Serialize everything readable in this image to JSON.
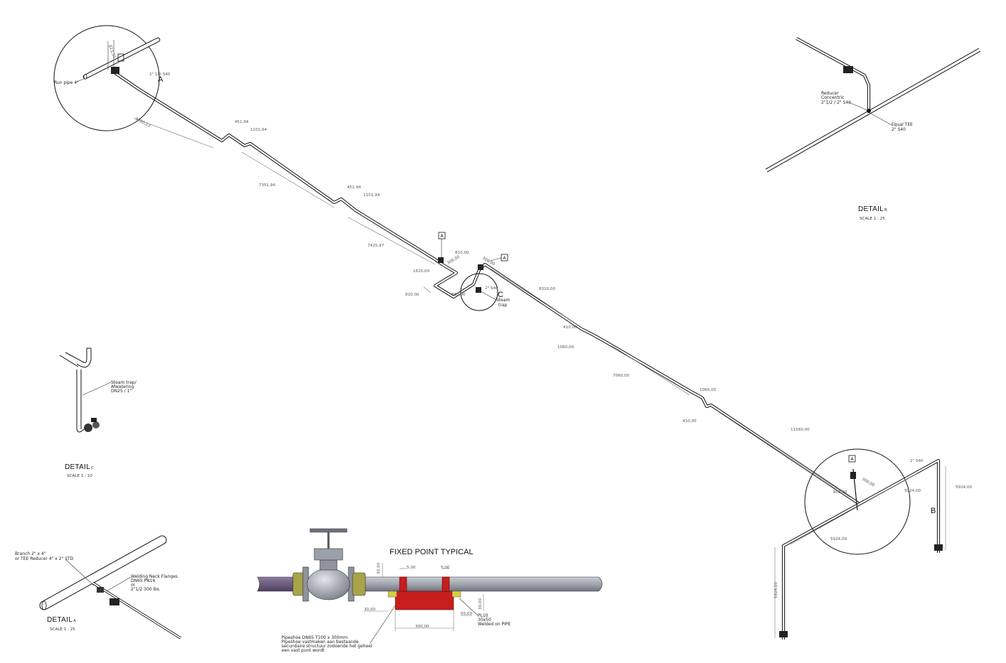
{
  "dimensions": {
    "d1": "9880,23",
    "d2": "451,94",
    "d3": "1101,94",
    "d4": "7351,94",
    "d5": "451,94",
    "d6": "1101,94",
    "d7": "7425,97",
    "d8": "810,00",
    "d9": "1610,00",
    "d10": "810,00",
    "d11": "862,00",
    "d12": "8310,00",
    "d13": "410,00",
    "d14": "1060,00",
    "d15": "7060,00",
    "d16": "1060,00",
    "d17": "410,00",
    "d18": "11560,00",
    "d19": "805,00",
    "d20": "5924,00",
    "d21": "5924,00",
    "d22": "5924,00",
    "d23": "5924,00",
    "d24": "300,00",
    "d25": "300,00",
    "d26": "811,31",
    "d27": "2\" 1/2 S40",
    "d28": "2\" S40",
    "d29": "2\" S40"
  },
  "callouts": {
    "run_pipe": "Run pipe 4\"",
    "steam_trap_c": "Steam\ntrap",
    "steam_trap_c_l1": "Steam",
    "steam_trap_c_l2": "trap",
    "reducer_l1": "Reducer",
    "reducer_l2": "Concentric",
    "reducer_l3": "2\"1/2 / 2\" S40",
    "equal_tee_l1": "Equal TEE",
    "equal_tee_l2": "2\" S40",
    "afwatering_l1": "Steam trap/",
    "afwatering_l2": "Afwatering",
    "afwatering_l3": "DN25 / 1\"",
    "branch_l1": "Branch 2\" x 4\"",
    "branch_l2": "or TEE Reducer 4\" x 2\" STD",
    "flange_l1": "Welding Neck Flanges",
    "flange_l2": "DN65 PN16",
    "flange_l3": "or",
    "flange_l4": "2\"1/2 300 lbs",
    "pipeshoe_l1": "Pipeshoe DN65 T100 x 300mm",
    "pipeshoe_l2": "Pipeshoe vastmaken aan bestaande",
    "pipeshoe_l3": "secundaire structuur zodoende het geheel",
    "pipeshoe_l4": "een vast punt wordt",
    "pl_l1": "PL10",
    "pl_l2": "30x50",
    "pl_l3": "Welded on PIPE"
  },
  "tags": {
    "a": "A",
    "b": "B",
    "c": "C",
    "box_a": "A"
  },
  "details": {
    "b_title": "DETAIL",
    "b_letter": "B",
    "b_scale": "SCALE  1 : 25",
    "c_title": "DETAIL",
    "c_letter": "C",
    "c_scale": "SCALE  1 : 10",
    "a_title": "DETAIL",
    "a_letter": "A",
    "a_scale": "SCALE  1 : 25"
  },
  "fixed_point": {
    "title": "FIXED POINT TYPICAL",
    "dim_top1": "5,00",
    "dim_top2": "5,00",
    "dim_left": "30,00",
    "dim_right": "30,00",
    "dim_bot_left": "30,00",
    "dim_bot_right": "50,00",
    "dim_len": "300,00",
    "dim_vert": "30,00"
  },
  "colors": {
    "pipe_grey": "#a6aab3",
    "pipe_purple": "#6a5a7a",
    "shoe_red": "#c81d1d",
    "flange_olive": "#a9a34a",
    "pad_yellow": "#d9cf3a"
  }
}
